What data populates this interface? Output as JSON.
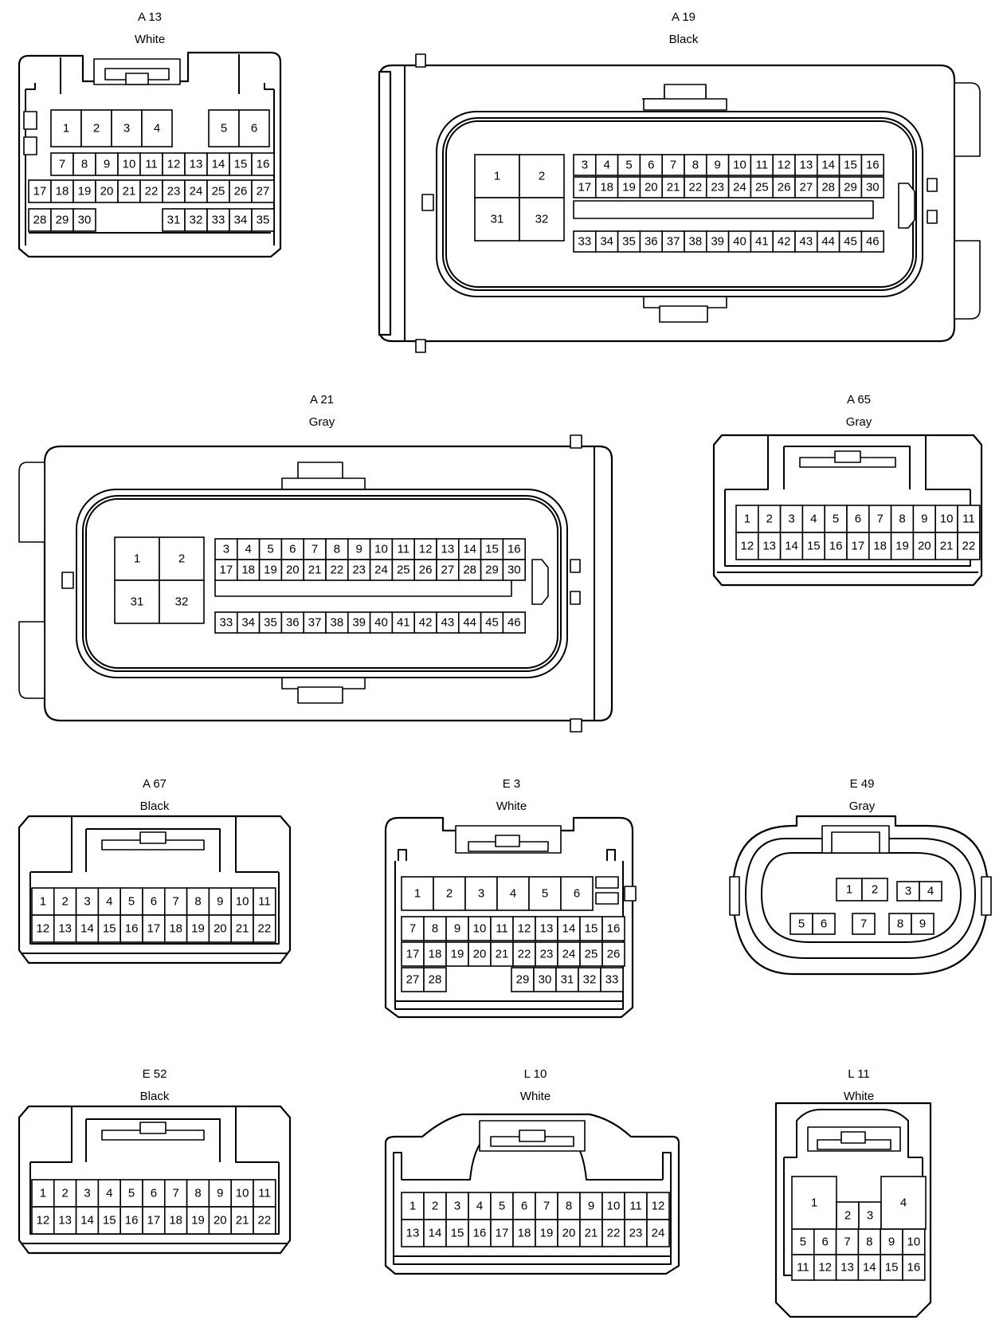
{
  "connectors": [
    {
      "id": "A13",
      "label": "A 13",
      "color": "White",
      "pins": [
        "1",
        "2",
        "3",
        "4",
        "5",
        "6",
        "7",
        "8",
        "9",
        "10",
        "11",
        "12",
        "13",
        "14",
        "15",
        "16",
        "17",
        "18",
        "19",
        "20",
        "21",
        "22",
        "23",
        "24",
        "25",
        "26",
        "27",
        "28",
        "29",
        "30",
        "31",
        "32",
        "33",
        "34",
        "35"
      ]
    },
    {
      "id": "A19",
      "label": "A 19",
      "color": "Black",
      "pins": [
        "1",
        "2",
        "31",
        "32",
        "3",
        "4",
        "5",
        "6",
        "7",
        "8",
        "9",
        "10",
        "11",
        "12",
        "13",
        "14",
        "15",
        "16",
        "17",
        "18",
        "19",
        "20",
        "21",
        "22",
        "23",
        "24",
        "25",
        "26",
        "27",
        "28",
        "29",
        "30",
        "33",
        "34",
        "35",
        "36",
        "37",
        "38",
        "39",
        "40",
        "41",
        "42",
        "43",
        "44",
        "45",
        "46"
      ]
    },
    {
      "id": "A21",
      "label": "A 21",
      "color": "Gray",
      "pins": [
        "1",
        "2",
        "31",
        "32",
        "3",
        "4",
        "5",
        "6",
        "7",
        "8",
        "9",
        "10",
        "11",
        "12",
        "13",
        "14",
        "15",
        "16",
        "17",
        "18",
        "19",
        "20",
        "21",
        "22",
        "23",
        "24",
        "25",
        "26",
        "27",
        "28",
        "29",
        "30",
        "33",
        "34",
        "35",
        "36",
        "37",
        "38",
        "39",
        "40",
        "41",
        "42",
        "43",
        "44",
        "45",
        "46"
      ]
    },
    {
      "id": "A65",
      "label": "A 65",
      "color": "Gray",
      "pins": [
        "1",
        "2",
        "3",
        "4",
        "5",
        "6",
        "7",
        "8",
        "9",
        "10",
        "11",
        "12",
        "13",
        "14",
        "15",
        "16",
        "17",
        "18",
        "19",
        "20",
        "21",
        "22"
      ]
    },
    {
      "id": "A67",
      "label": "A 67",
      "color": "Black",
      "pins": [
        "1",
        "2",
        "3",
        "4",
        "5",
        "6",
        "7",
        "8",
        "9",
        "10",
        "11",
        "12",
        "13",
        "14",
        "15",
        "16",
        "17",
        "18",
        "19",
        "20",
        "21",
        "22"
      ]
    },
    {
      "id": "E3",
      "label": "E 3",
      "color": "White",
      "pins": [
        "1",
        "2",
        "3",
        "4",
        "5",
        "6",
        "7",
        "8",
        "9",
        "10",
        "11",
        "12",
        "13",
        "14",
        "15",
        "16",
        "17",
        "18",
        "19",
        "20",
        "21",
        "22",
        "23",
        "24",
        "25",
        "26",
        "27",
        "28",
        "29",
        "30",
        "31",
        "32",
        "33"
      ]
    },
    {
      "id": "E49",
      "label": "E 49",
      "color": "Gray",
      "pins": [
        "1",
        "2",
        "3",
        "4",
        "5",
        "6",
        "7",
        "8",
        "9"
      ]
    },
    {
      "id": "E52",
      "label": "E 52",
      "color": "Black",
      "pins": [
        "1",
        "2",
        "3",
        "4",
        "5",
        "6",
        "7",
        "8",
        "9",
        "10",
        "11",
        "12",
        "13",
        "14",
        "15",
        "16",
        "17",
        "18",
        "19",
        "20",
        "21",
        "22"
      ]
    },
    {
      "id": "L10",
      "label": "L 10",
      "color": "White",
      "pins": [
        "1",
        "2",
        "3",
        "4",
        "5",
        "6",
        "7",
        "8",
        "9",
        "10",
        "11",
        "12",
        "13",
        "14",
        "15",
        "16",
        "17",
        "18",
        "19",
        "20",
        "21",
        "22",
        "23",
        "24"
      ]
    },
    {
      "id": "L11",
      "label": "L 11",
      "color": "White",
      "pins": [
        "1",
        "2",
        "3",
        "4",
        "5",
        "6",
        "7",
        "8",
        "9",
        "10",
        "11",
        "12",
        "13",
        "14",
        "15",
        "16"
      ]
    }
  ]
}
